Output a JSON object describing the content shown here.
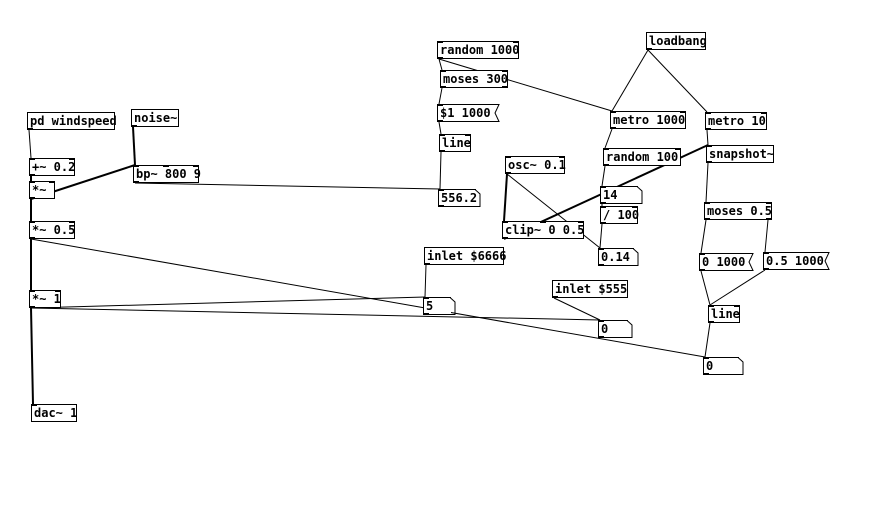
{
  "objects": [
    {
      "id": "random1000",
      "kind": "obj",
      "text": "random 1000"
    },
    {
      "id": "moses300",
      "kind": "obj",
      "text": "moses 300"
    },
    {
      "id": "msg1000",
      "kind": "msg",
      "text": "$1 1000"
    },
    {
      "id": "line1",
      "kind": "obj",
      "text": "line"
    },
    {
      "id": "num556",
      "kind": "atom",
      "text": "556.2"
    },
    {
      "id": "loadbang",
      "kind": "obj",
      "text": "loadbang"
    },
    {
      "id": "metro1000",
      "kind": "obj",
      "text": "metro 1000"
    },
    {
      "id": "metro10",
      "kind": "obj",
      "text": "metro 10"
    },
    {
      "id": "random100",
      "kind": "obj",
      "text": "random 100"
    },
    {
      "id": "num14",
      "kind": "atom",
      "text": "14"
    },
    {
      "id": "div100",
      "kind": "obj",
      "text": "/ 100"
    },
    {
      "id": "num014",
      "kind": "atom",
      "text": "0.14"
    },
    {
      "id": "osc",
      "kind": "obj",
      "text": "osc~ 0.1"
    },
    {
      "id": "clip",
      "kind": "obj",
      "text": "clip~ 0 0.5"
    },
    {
      "id": "snapshot",
      "kind": "obj",
      "text": "snapshot~"
    },
    {
      "id": "moses05",
      "kind": "obj",
      "text": "moses 0.5"
    },
    {
      "id": "msg01000",
      "kind": "msg",
      "text": "0 1000"
    },
    {
      "id": "msg051000",
      "kind": "msg",
      "text": "0.5 1000"
    },
    {
      "id": "line2",
      "kind": "obj",
      "text": "line"
    },
    {
      "id": "num0b",
      "kind": "atom",
      "text": "0"
    },
    {
      "id": "pdwind",
      "kind": "obj",
      "text": "pd windspeed"
    },
    {
      "id": "noise",
      "kind": "obj",
      "text": "noise~"
    },
    {
      "id": "plus02",
      "kind": "obj",
      "text": "+~ 0.2"
    },
    {
      "id": "times",
      "kind": "obj",
      "text": "*~"
    },
    {
      "id": "bp",
      "kind": "obj",
      "text": "bp~ 800 9"
    },
    {
      "id": "times05",
      "kind": "obj",
      "text": "*~ 0.5"
    },
    {
      "id": "times1",
      "kind": "obj",
      "text": "*~ 1"
    },
    {
      "id": "dac",
      "kind": "obj",
      "text": "dac~ 1"
    },
    {
      "id": "inlet6666",
      "kind": "obj",
      "text": "inlet $6666"
    },
    {
      "id": "num5",
      "kind": "atom",
      "text": "5"
    },
    {
      "id": "inlet555",
      "kind": "obj",
      "text": "inlet $555"
    },
    {
      "id": "num0a",
      "kind": "atom",
      "text": "0"
    }
  ]
}
